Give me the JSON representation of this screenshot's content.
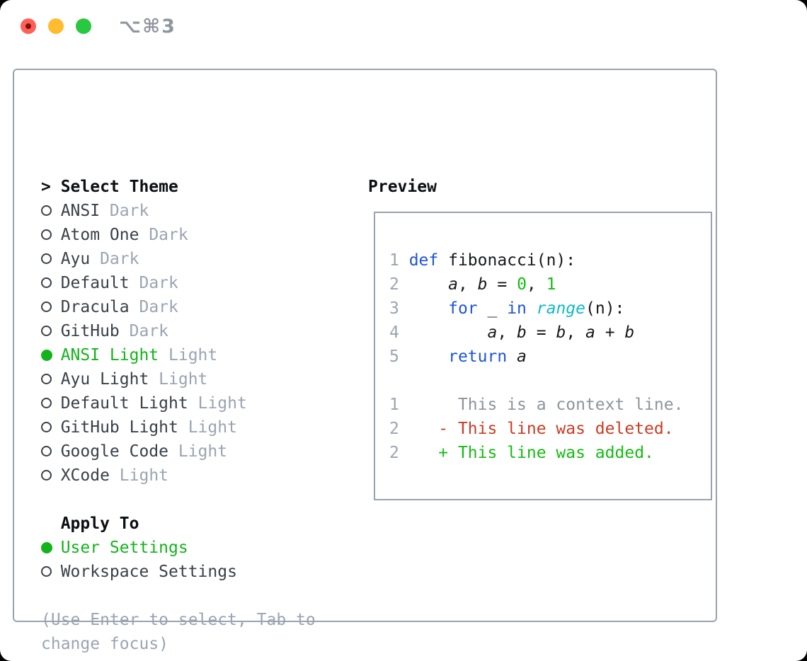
{
  "window": {
    "title": "⌥⌘3"
  },
  "titlebar": {
    "buttons": [
      {
        "name": "close",
        "color": "#ff5f57"
      },
      {
        "name": "minimize",
        "color": "#febc2e"
      },
      {
        "name": "zoom",
        "color": "#28c840"
      }
    ]
  },
  "theme_picker": {
    "cursor": ">",
    "header": "Select Theme",
    "items": [
      {
        "name": "ANSI",
        "variant": "Dark",
        "selected": false
      },
      {
        "name": "Atom One",
        "variant": "Dark",
        "selected": false
      },
      {
        "name": "Ayu",
        "variant": "Dark",
        "selected": false
      },
      {
        "name": "Default",
        "variant": "Dark",
        "selected": false
      },
      {
        "name": "Dracula",
        "variant": "Dark",
        "selected": false
      },
      {
        "name": "GitHub",
        "variant": "Dark",
        "selected": false
      },
      {
        "name": "ANSI Light",
        "variant": "Light",
        "selected": true
      },
      {
        "name": "Ayu Light",
        "variant": "Light",
        "selected": false
      },
      {
        "name": "Default Light",
        "variant": "Light",
        "selected": false
      },
      {
        "name": "GitHub Light",
        "variant": "Light",
        "selected": false
      },
      {
        "name": "Google Code",
        "variant": "Light",
        "selected": false
      },
      {
        "name": "XCode",
        "variant": "Light",
        "selected": false
      }
    ]
  },
  "apply_to": {
    "header": "Apply To",
    "options": [
      {
        "label": "User Settings",
        "selected": true
      },
      {
        "label": "Workspace Settings",
        "selected": false
      }
    ]
  },
  "hint": "(Use Enter to select, Tab to change focus)",
  "preview": {
    "header": "Preview",
    "lines": [
      {
        "n": "1",
        "s": [
          [
            "kw",
            "def"
          ],
          [
            "pl",
            " fibonacci(n):"
          ]
        ]
      },
      {
        "n": "2",
        "s": [
          [
            "pl",
            "    "
          ],
          [
            "va",
            "a"
          ],
          [
            "pl",
            ", "
          ],
          [
            "va",
            "b"
          ],
          [
            "pl",
            " = "
          ],
          [
            "nu",
            "0"
          ],
          [
            "pl",
            ", "
          ],
          [
            "nu",
            "1"
          ]
        ]
      },
      {
        "n": "3",
        "s": [
          [
            "pl",
            "    "
          ],
          [
            "kw",
            "for"
          ],
          [
            "pl",
            " _ "
          ],
          [
            "kw",
            "in"
          ],
          [
            "pl",
            " "
          ],
          [
            "bi",
            "range"
          ],
          [
            "pl",
            "(n):"
          ]
        ]
      },
      {
        "n": "4",
        "s": [
          [
            "pl",
            "        "
          ],
          [
            "va",
            "a"
          ],
          [
            "pl",
            ", "
          ],
          [
            "va",
            "b"
          ],
          [
            "pl",
            " = "
          ],
          [
            "va",
            "b"
          ],
          [
            "pl",
            ", "
          ],
          [
            "va",
            "a"
          ],
          [
            "pl",
            " + "
          ],
          [
            "va",
            "b"
          ]
        ]
      },
      {
        "n": "5",
        "s": [
          [
            "pl",
            "    "
          ],
          [
            "kw",
            "return"
          ],
          [
            "pl",
            " "
          ],
          [
            "va",
            "a"
          ]
        ]
      },
      {
        "n": "",
        "s": []
      },
      {
        "n": "1",
        "s": [
          [
            "ctx",
            "     This is a context line."
          ]
        ]
      },
      {
        "n": "2",
        "s": [
          [
            "del",
            "   - This line was deleted."
          ]
        ]
      },
      {
        "n": "2",
        "s": [
          [
            "add",
            "   + This line was added."
          ]
        ]
      }
    ]
  },
  "colors": {
    "keyword_blue": "#1e55d9",
    "builtin_cyan": "#12b9c6",
    "number_green": "#13bd11",
    "added_green": "#13bd11",
    "deleted_red": "#cc3b22",
    "selected_green": "#12b41a",
    "muted_gray": "#9aa4b2",
    "text_dark": "#3a4049",
    "border_gray": "#99a2af",
    "title_gray": "#8e979f",
    "traffic_red": "#ff5f57",
    "traffic_yellow": "#febc2e",
    "traffic_green": "#28c840"
  }
}
